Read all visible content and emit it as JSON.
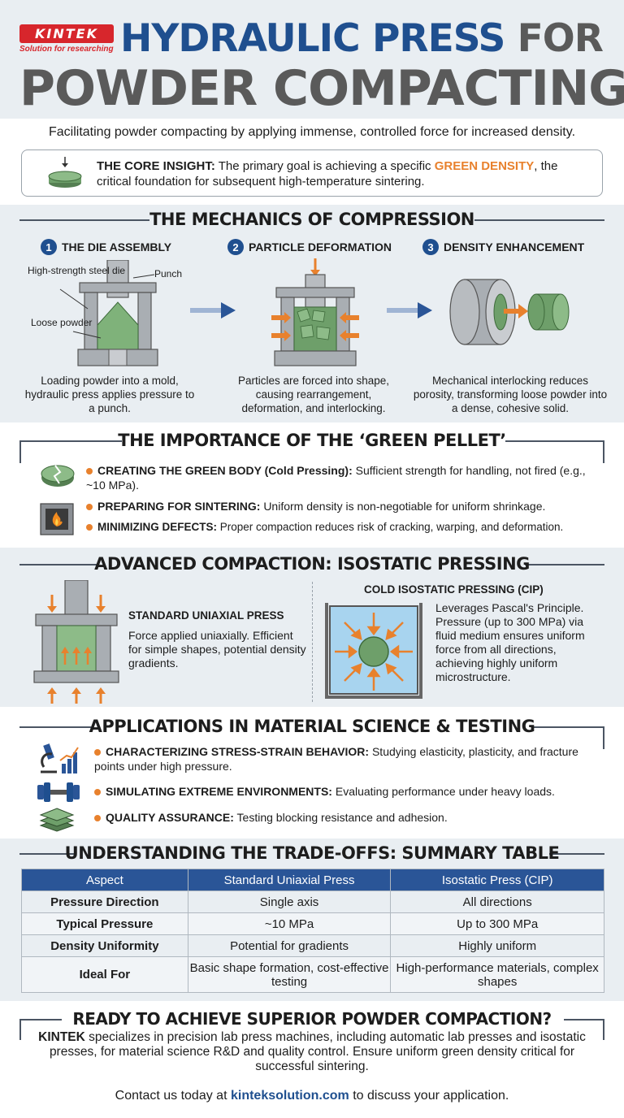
{
  "brand": {
    "name": "KINTEK",
    "tagline": "Solution for researching"
  },
  "title": {
    "line1_blue": "HYDRAULIC PRESS",
    "line1_grey": "FOR",
    "line2": "POWDER COMPACTING"
  },
  "subtitle": "Facilitating powder compacting by applying immense, controlled force for increased density.",
  "insight": {
    "lead": "THE CORE INSIGHT:",
    "text_before": "The primary goal is achieving a specific",
    "highlight": "GREEN DENSITY",
    "text_after": ", the critical foundation for subsequent high-temperature sintering."
  },
  "mechanics": {
    "title": "THE MECHANICS OF COMPRESSION",
    "steps": [
      {
        "num": "1",
        "title": "THE DIE ASSEMBLY",
        "caption": "Loading powder into a mold, hydraulic press applies pressure to a punch."
      },
      {
        "num": "2",
        "title": "PARTICLE DEFORMATION",
        "caption": "Particles are forced into shape, causing rearrangement, deformation, and interlocking."
      },
      {
        "num": "3",
        "title": "DENSITY ENHANCEMENT",
        "caption": "Mechanical interlocking reduces porosity, transforming loose powder into a dense, cohesive solid."
      }
    ],
    "labels": {
      "die": "High-strength steel die",
      "punch": "Punch",
      "powder": "Loose powder"
    }
  },
  "green": {
    "title": "THE IMPORTANCE OF THE ‘GREEN PELLET’",
    "items": [
      {
        "lead": "CREATING THE GREEN BODY (Cold Pressing):",
        "text": "Sufficient strength for handling, not fired (e.g., ~10 MPa)."
      },
      {
        "lead": "PREPARING FOR SINTERING:",
        "text": "Uniform density is non-negotiable for uniform shrinkage."
      },
      {
        "lead": "MINIMIZING DEFECTS:",
        "text": "Proper compaction reduces risk of cracking, warping, and deformation."
      }
    ]
  },
  "iso": {
    "title": "ADVANCED COMPACTION: ISOSTATIC PRESSING",
    "uniaxial": {
      "title": "STANDARD UNIAXIAL PRESS",
      "text": "Force applied uniaxially. Efficient for simple shapes, potential density gradients."
    },
    "cip": {
      "title": "COLD ISOSTATIC PRESSING (CIP)",
      "text": "Leverages Pascal's Principle. Pressure (up to 300 MPa) via fluid medium ensures uniform force from all directions, achieving highly uniform microstructure."
    }
  },
  "apps": {
    "title": "APPLICATIONS IN MATERIAL SCIENCE & TESTING",
    "items": [
      {
        "lead": "CHARACTERIZING STRESS-STRAIN BEHAVIOR:",
        "text": "Studying elasticity, plasticity, and fracture points under high pressure."
      },
      {
        "lead": "SIMULATING EXTREME ENVIRONMENTS:",
        "text": "Evaluating performance under heavy loads."
      },
      {
        "lead": "QUALITY ASSURANCE:",
        "text": "Testing blocking resistance and adhesion."
      }
    ]
  },
  "table": {
    "title": "UNDERSTANDING THE TRADE-OFFS: SUMMARY TABLE",
    "headers": [
      "Aspect",
      "Standard Uniaxial Press",
      "Isostatic Press (CIP)"
    ],
    "rows": [
      [
        "Pressure Direction",
        "Single axis",
        "All directions"
      ],
      [
        "Typical Pressure",
        "~10 MPa",
        "Up to 300 MPa"
      ],
      [
        "Density Uniformity",
        "Potential for gradients",
        "Highly uniform"
      ],
      [
        "Ideal For",
        "Basic shape formation, cost-effective testing",
        "High-performance materials, complex shapes"
      ]
    ]
  },
  "cta": {
    "title": "READY TO ACHIEVE SUPERIOR POWDER COMPACTION?",
    "brand": "KINTEK",
    "text": "specializes in precision lab press machines, including automatic lab presses and isostatic presses, for material science R&D and quality control. Ensure uniform green density critical for successful sintering.",
    "contact_before": "Contact us today at",
    "link": "kinteksolution.com",
    "contact_after": "to discuss your application."
  },
  "colors": {
    "blue": "#1f4f8f",
    "orange": "#e8812d",
    "green": "#6e9f6a",
    "steel": "#a9aeb3"
  }
}
